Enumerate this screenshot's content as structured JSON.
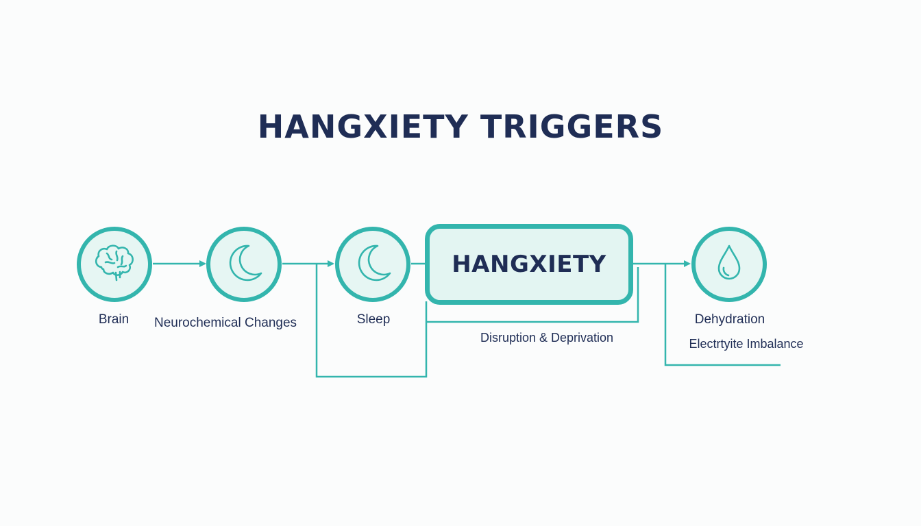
{
  "title": "HANGXIETY TRIGGERS",
  "hub": {
    "label": "HANGXIETY"
  },
  "nodes": [
    {
      "icon": "brain-icon"
    },
    {
      "icon": "moon-icon"
    },
    {
      "icon": "moon-icon"
    },
    {
      "icon": "water-drop-icon"
    }
  ],
  "labels": {
    "brain": "Brain",
    "neurochemical": "Neurochemical Changes",
    "sleep": "Sleep",
    "disruption": "Disruption & Deprivation",
    "dehydration": "Dehydration",
    "electrolyte": "Electrtyite Imbalance"
  },
  "colors": {
    "accent": "#33b5ad",
    "fill": "#e6f6f3",
    "text": "#1f2d55"
  }
}
